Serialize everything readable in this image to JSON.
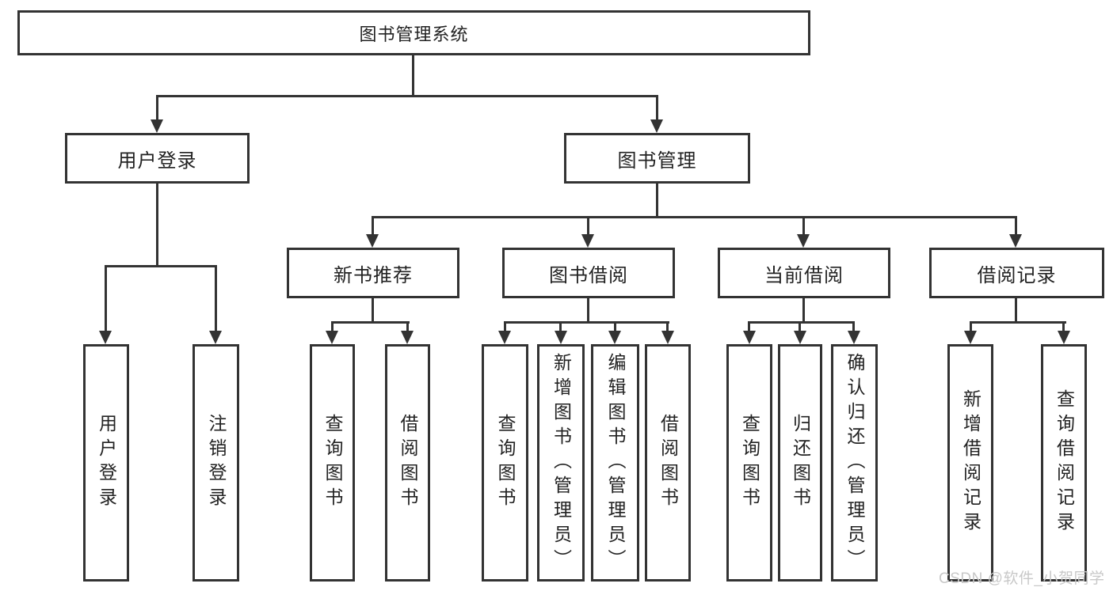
{
  "labels": {
    "root": "图书管理系统",
    "l2": [
      "用户登录",
      "图书管理"
    ],
    "l3": [
      "新书推荐",
      "图书借阅",
      "当前借阅",
      "借阅记录"
    ],
    "leaves_user": [
      "用户登录",
      "注销登录"
    ],
    "leaves_recommend": [
      "查询图书",
      "借阅图书"
    ],
    "leaves_borrow": [
      "查询图书",
      "新增图书（管理员）",
      "编辑图书（管理员）",
      "借阅图书"
    ],
    "leaves_current": [
      "查询图书",
      "归还图书",
      "确认归还（管理员）"
    ],
    "leaves_records": [
      "新增借阅记录",
      "查询借阅记录"
    ]
  },
  "watermark": "CSDN @软件_小贺同学",
  "colors": {
    "line": "#333333",
    "text": "#222222",
    "watermark": "#c8c8c8",
    "background": "#ffffff"
  }
}
